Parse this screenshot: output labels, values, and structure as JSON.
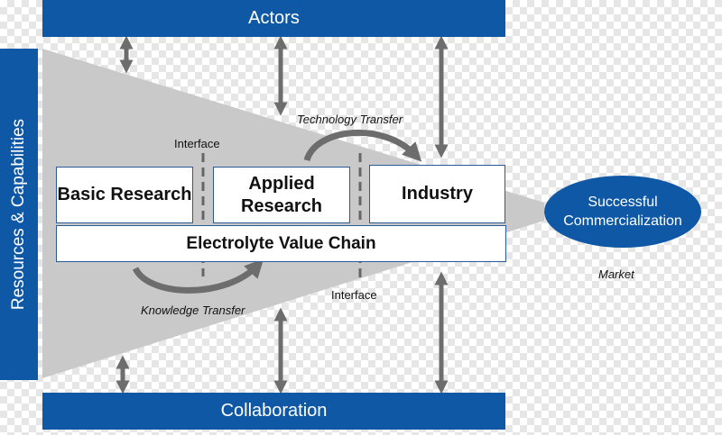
{
  "bars": {
    "actors": "Actors",
    "collaboration": "Collaboration",
    "resources": "Resources & Capabilities"
  },
  "boxes": {
    "basic": "Basic Research",
    "applied": "Applied Research",
    "industry": "Industry",
    "chain": "Electrolyte Value Chain"
  },
  "labels": {
    "technology_transfer": "Technology Transfer",
    "knowledge_transfer": "Knowledge Transfer",
    "interface_top": "Interface",
    "interface_bottom": "Interface",
    "market": "Market"
  },
  "outcome": "Successful Commercialization",
  "colors": {
    "primary_blue": "#0f58a6",
    "funnel_gray": "#c9c9c9",
    "arrow_gray": "#6d6d6d"
  }
}
